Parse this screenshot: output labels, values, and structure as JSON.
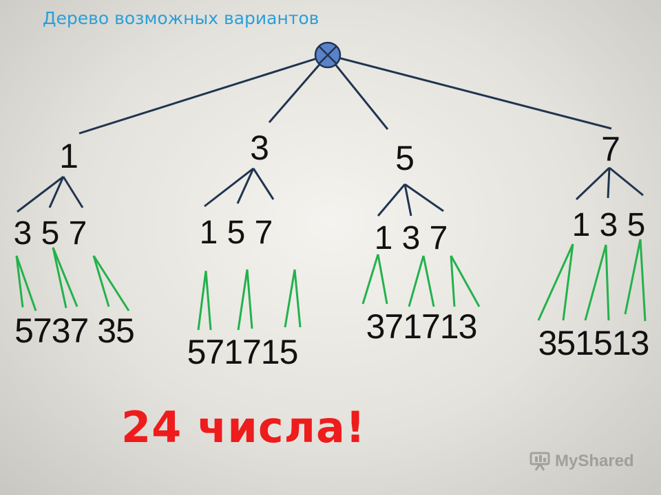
{
  "title": "Дерево возможных вариантов",
  "root_symbol": "cross-circle",
  "level1": [
    "1",
    "3",
    "5",
    "7"
  ],
  "level2": [
    "3 5 7",
    "1 5 7",
    "1 3 7",
    "1 3 5"
  ],
  "level3": [
    "5737 35",
    "571715",
    "371713",
    "351513"
  ],
  "result": "24 числа!",
  "watermark": {
    "text": "MyShared",
    "icon": "presentation-logo-icon"
  },
  "colors": {
    "title": "#2a9fd8",
    "edges_upper": "#1f3550",
    "edges_lower": "#22b24c",
    "result": "#ee1c1c",
    "root_fill": "#5a82c9"
  }
}
